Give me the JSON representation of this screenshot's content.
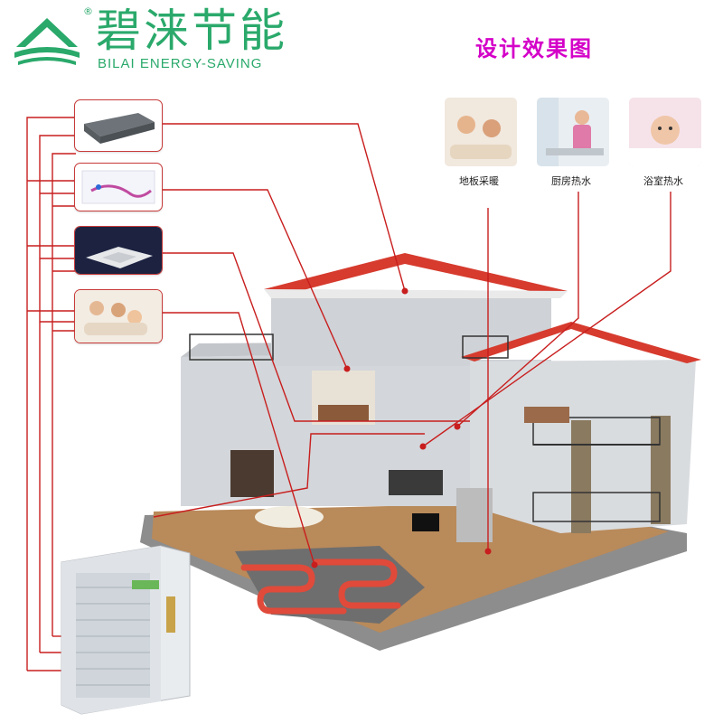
{
  "brand": {
    "name_cn": "碧涞节能",
    "name_en": "BILAI ENERGY-SAVING",
    "registered": "®"
  },
  "title": "设计效果图",
  "services": [
    {
      "label": "地板采暖",
      "icon": "family-floor-photo"
    },
    {
      "label": "厨房热水",
      "icon": "kitchen-photo"
    },
    {
      "label": "浴室热水",
      "icon": "baby-bath-photo"
    }
  ],
  "colors": {
    "brand_green": "#2aa96b",
    "title_magenta": "#d400c8",
    "pipe_red": "#c81e1e",
    "roof_red": "#d63b2e"
  }
}
